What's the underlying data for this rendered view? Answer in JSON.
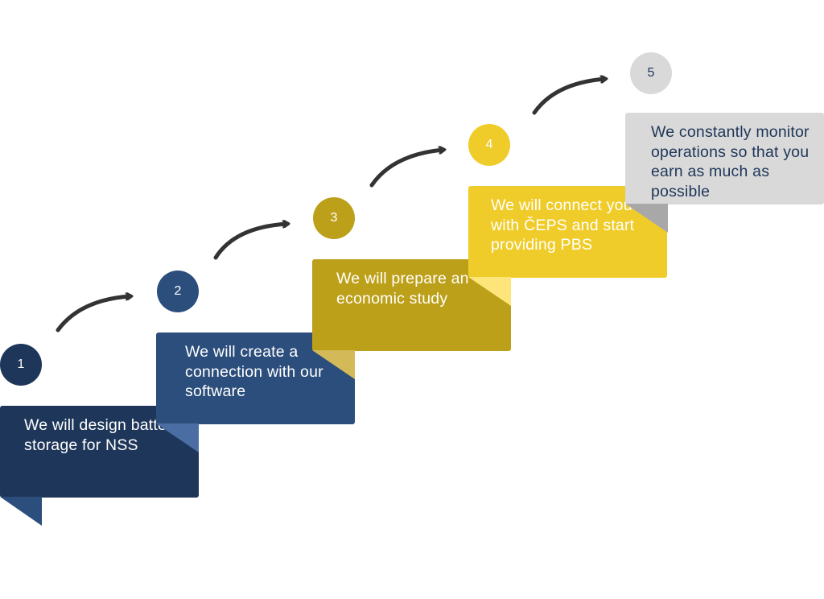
{
  "colors": {
    "step1": "#1e3659",
    "step2": "#2c4e7c",
    "step3": "#bda019",
    "step4": "#f0cc2a",
    "step5": "#d9d9d9",
    "arrow": "#333333"
  },
  "steps": [
    {
      "number": "1",
      "text": "We will design battery storage for NSS"
    },
    {
      "number": "2",
      "text": "We will create a connection with our software"
    },
    {
      "number": "3",
      "text": "We will prepare an economic study"
    },
    {
      "number": "4",
      "text": "We will connect you with ČEPS and start providing PBS"
    },
    {
      "number": "5",
      "text": "We constantly monitor operations so that you earn as much as possible"
    }
  ]
}
